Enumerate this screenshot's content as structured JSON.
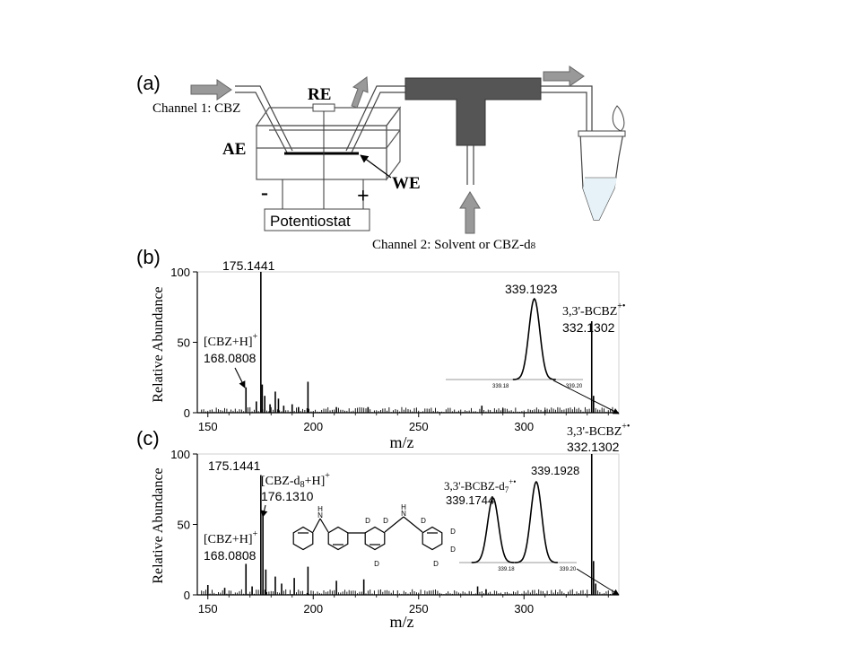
{
  "panel_labels": {
    "a": "(a)",
    "b": "(b)",
    "c": "(c)"
  },
  "apparatus": {
    "channel1": "Channel 1: CBZ",
    "channel2_prefix": "Channel 2: Solvent or CBZ-d",
    "channel2_sub": "8",
    "re": "RE",
    "ae": "AE",
    "we": "WE",
    "minus": "-",
    "plus": "+",
    "potentiostat": "Potentiostat"
  },
  "molecule": {
    "nh": "H",
    "n": "N",
    "d": "D"
  },
  "chart_data": [
    {
      "type": "bar",
      "panel": "(b)",
      "xlabel": "m/z",
      "ylabel": "Relative Abundance",
      "xlim": [
        145,
        345
      ],
      "ylim": [
        0,
        100
      ],
      "xticks": [
        150,
        200,
        250,
        300
      ],
      "yticks": [
        0,
        50,
        100
      ],
      "peaks": [
        {
          "x": 168.08,
          "y": 18
        },
        {
          "x": 173.0,
          "y": 8
        },
        {
          "x": 175.14,
          "y": 100
        },
        {
          "x": 175.8,
          "y": 20
        },
        {
          "x": 177.0,
          "y": 12
        },
        {
          "x": 179.5,
          "y": 6
        },
        {
          "x": 182.0,
          "y": 15
        },
        {
          "x": 183.5,
          "y": 10
        },
        {
          "x": 186.0,
          "y": 5
        },
        {
          "x": 190.0,
          "y": 6
        },
        {
          "x": 193.0,
          "y": 4
        },
        {
          "x": 197.5,
          "y": 22
        },
        {
          "x": 211.0,
          "y": 4
        },
        {
          "x": 226.0,
          "y": 4
        },
        {
          "x": 280.0,
          "y": 5
        },
        {
          "x": 290.0,
          "y": 3
        },
        {
          "x": 310.0,
          "y": 2
        },
        {
          "x": 332.13,
          "y": 65
        },
        {
          "x": 333.0,
          "y": 12
        }
      ],
      "annotations": [
        {
          "text": "175.1441"
        },
        {
          "text": "[CBZ+H]",
          "sup": "+"
        },
        {
          "text": "168.0808"
        },
        {
          "text": "3,3'-BCBZ",
          "sup": "+•"
        },
        {
          "text": "332.1302"
        }
      ],
      "inset": {
        "xlim": [
          339.16,
          339.21
        ],
        "xticks": [
          "339.18",
          "339.20"
        ],
        "peaks": [
          {
            "label": "339.1923",
            "center": 339.1923,
            "height": 1.0
          }
        ]
      }
    },
    {
      "type": "bar",
      "panel": "(c)",
      "xlabel": "m/z",
      "ylabel": "Relative Abundance",
      "xlim": [
        145,
        345
      ],
      "ylim": [
        0,
        100
      ],
      "xticks": [
        150,
        200,
        250,
        300
      ],
      "yticks": [
        0,
        50,
        100
      ],
      "peaks": [
        {
          "x": 150.0,
          "y": 7
        },
        {
          "x": 158.0,
          "y": 5
        },
        {
          "x": 168.08,
          "y": 22
        },
        {
          "x": 171.0,
          "y": 6
        },
        {
          "x": 175.14,
          "y": 85
        },
        {
          "x": 176.13,
          "y": 57
        },
        {
          "x": 177.5,
          "y": 18
        },
        {
          "x": 182.0,
          "y": 13
        },
        {
          "x": 185.0,
          "y": 8
        },
        {
          "x": 191.0,
          "y": 12
        },
        {
          "x": 197.5,
          "y": 20
        },
        {
          "x": 211.0,
          "y": 10
        },
        {
          "x": 224.0,
          "y": 11
        },
        {
          "x": 278.0,
          "y": 6
        },
        {
          "x": 282.0,
          "y": 4
        },
        {
          "x": 332.13,
          "y": 100
        },
        {
          "x": 333.0,
          "y": 24
        },
        {
          "x": 334.0,
          "y": 8
        }
      ],
      "annotations": [
        {
          "text": "3,3'-BCBZ",
          "sup": "+•"
        },
        {
          "text": "332.1302"
        },
        {
          "text": "175.1441"
        },
        {
          "text": "[CBZ-d",
          "sub": "8",
          "after": "+H]",
          "sup": "+"
        },
        {
          "text": "176.1310"
        },
        {
          "text": "[CBZ+H]",
          "sup": "+"
        },
        {
          "text": "168.0808"
        }
      ],
      "inset": {
        "xlim": [
          339.16,
          339.21
        ],
        "xticks": [
          "339.18",
          "339.20"
        ],
        "peaks": [
          {
            "label": "339.1744",
            "name": "3,3'-BCBZ-d",
            "sub": "7",
            "sup": "+•",
            "center": 339.1744,
            "height": 0.8
          },
          {
            "label": "339.1928",
            "center": 339.1928,
            "height": 1.0
          }
        ]
      }
    }
  ]
}
